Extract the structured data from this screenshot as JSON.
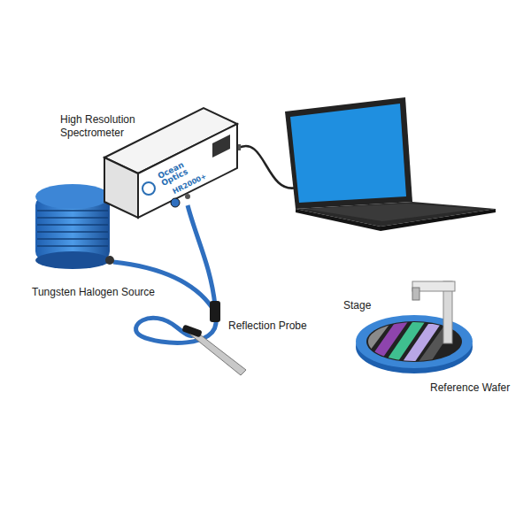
{
  "diagram": {
    "labels": [
      "High Resolution Spectrometer",
      "Ocean Optics",
      "HR2000+",
      "Tungsten Halogen Source",
      "Reflection Probe",
      "Stage",
      "Reference Wafer"
    ]
  }
}
